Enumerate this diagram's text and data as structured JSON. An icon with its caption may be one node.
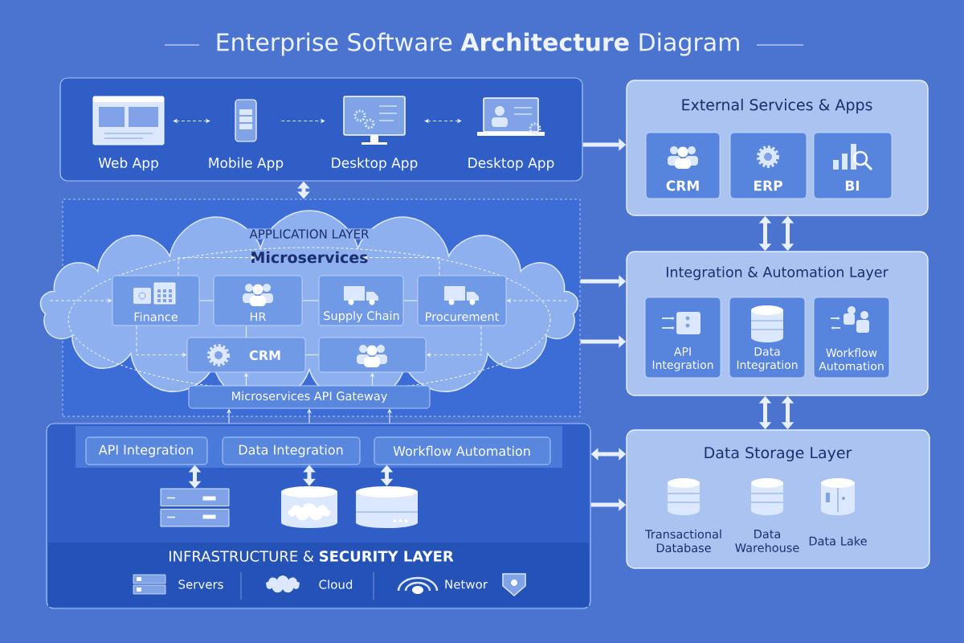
{
  "diagram": {
    "title": "Enterprise Software **Architecture** Diagram",
    "nodes": [
      {
        "text": [],
        "shape": "box"
      },
      {
        "text": [
          "Web App"
        ],
        "in": 0
      },
      {
        "text": [
          "Mobile App"
        ],
        "in": 0
      },
      {
        "text": [
          "Desktop App"
        ],
        "in": 0
      },
      {
        "text": [
          "Desktop App"
        ],
        "in": 0
      },
      {
        "text": [
          "External Services & Apps"
        ]
      },
      {
        "text": [
          "CRM"
        ],
        "in": 5
      },
      {
        "text": [
          "ERP"
        ],
        "in": 5
      },
      {
        "text": [
          "BI"
        ],
        "in": 5
      },
      {
        "text": [],
        "shape": "box"
      },
      {
        "text": [
          "APPLICATION LAYER"
        ],
        "in": 9
      },
      {
        "text": [
          "Microservices"
        ],
        "in": 10
      },
      {
        "text": [
          "Finance"
        ],
        "in": 10
      },
      {
        "text": [
          "HR"
        ],
        "in": 10
      },
      {
        "text": [
          "Supply Chain"
        ],
        "in": 10
      },
      {
        "text": [
          "Procurement"
        ],
        "in": 10
      },
      {
        "text": [
          "CRM"
        ],
        "in": 10
      },
      {
        "text": [],
        "shape": "box",
        "in": 10
      },
      {
        "text": [
          "Microservices API Gateway"
        ],
        "in": 9
      },
      {
        "text": [
          "Integration & Automation Layer"
        ]
      },
      {
        "text": [
          "API Integration"
        ],
        "in": 19
      },
      {
        "text": [
          "Data Integration"
        ],
        "in": 19
      },
      {
        "text": [
          "Workflow Automation"
        ],
        "in": 19
      },
      {
        "text": [],
        "shape": "box"
      },
      {
        "text": [
          "API Integration"
        ],
        "in": 23
      },
      {
        "text": [
          "Data Integration"
        ],
        "in": 23
      },
      {
        "text": [
          "Workflow Automation"
        ],
        "in": 23
      },
      {
        "text": [],
        "shape": "server",
        "in": 23
      },
      {
        "text": [],
        "shape": "cylinder",
        "in": 23
      },
      {
        "text": [],
        "shape": "cylinder",
        "in": 23
      },
      {
        "text": [
          "INFRASTRUCTURE & **SECURITY LAYER**",
          "Servers",
          "Cloud",
          "Networ"
        ],
        "in": 23
      },
      {
        "text": [
          "Data Storage Layer"
        ]
      },
      {
        "text": [
          "Transactional Database"
        ],
        "in": 31
      },
      {
        "text": [
          "Data Warehouse"
        ],
        "in": 31
      },
      {
        "text": [
          "Data Lake"
        ],
        "in": 31
      }
    ],
    "edges": [
      {
        "from": 1,
        "to": 2,
        "arrow": "both",
        "style": "dashed"
      },
      {
        "from": 2,
        "to": 3,
        "arrow": "to",
        "style": "dashed"
      },
      {
        "from": 3,
        "to": 4,
        "arrow": "both",
        "style": "dashed"
      },
      {
        "from": 0,
        "to": 5,
        "arrow": "to",
        "style": "thick"
      },
      {
        "from": 0,
        "to": 9,
        "arrow": "both",
        "style": "thick"
      },
      {
        "from": 5,
        "to": 19,
        "arrow": "both",
        "style": "thick"
      },
      {
        "from": 5,
        "to": 19,
        "arrow": "both",
        "style": "thick"
      },
      {
        "from": 9,
        "to": 19,
        "arrow": "to",
        "style": "thick"
      },
      {
        "from": 9,
        "to": 19,
        "arrow": "to",
        "style": "thick"
      },
      {
        "from": 19,
        "to": 31,
        "arrow": "both",
        "style": "thick"
      },
      {
        "from": 19,
        "to": 31,
        "arrow": "both",
        "style": "thick"
      },
      {
        "from": 23,
        "to": 31,
        "arrow": "both",
        "style": "thick"
      },
      {
        "from": 23,
        "to": 31,
        "arrow": "to",
        "style": "thick"
      },
      {
        "from": null,
        "to": 12,
        "arrow": "to",
        "style": "dashed"
      },
      {
        "from": null,
        "to": 15,
        "arrow": "to",
        "style": "dashed"
      },
      {
        "from": 12,
        "to": 13,
        "arrow": "none"
      },
      {
        "from": 13,
        "to": 14,
        "arrow": "none"
      },
      {
        "from": 14,
        "to": 15,
        "arrow": "none"
      },
      {
        "from": 12,
        "to": 16,
        "arrow": "to",
        "style": "dashed"
      },
      {
        "from": 15,
        "to": 17,
        "arrow": "to",
        "style": "dashed"
      },
      {
        "from": 13,
        "to": 16,
        "arrow": "none"
      },
      {
        "from": 16,
        "to": 17,
        "arrow": "none"
      },
      {
        "from": 12,
        "to": 11,
        "arrow": "to",
        "style": "dashed"
      },
      {
        "from": 15,
        "to": 11,
        "arrow": "to",
        "style": "dashed"
      },
      {
        "from": 18,
        "to": 16,
        "arrow": "to"
      },
      {
        "from": 18,
        "to": 17,
        "arrow": "to"
      },
      {
        "from": 23,
        "to": 18,
        "arrow": "to"
      },
      {
        "from": 23,
        "to": 18,
        "arrow": "to"
      },
      {
        "from": 23,
        "to": 18,
        "arrow": "to"
      },
      {
        "from": 24,
        "to": 27,
        "arrow": "both",
        "style": "thick"
      },
      {
        "from": 25,
        "to": 28,
        "arrow": "both",
        "style": "thick"
      },
      {
        "from": 26,
        "to": 29,
        "arrow": "both",
        "style": "thick"
      }
    ]
  }
}
